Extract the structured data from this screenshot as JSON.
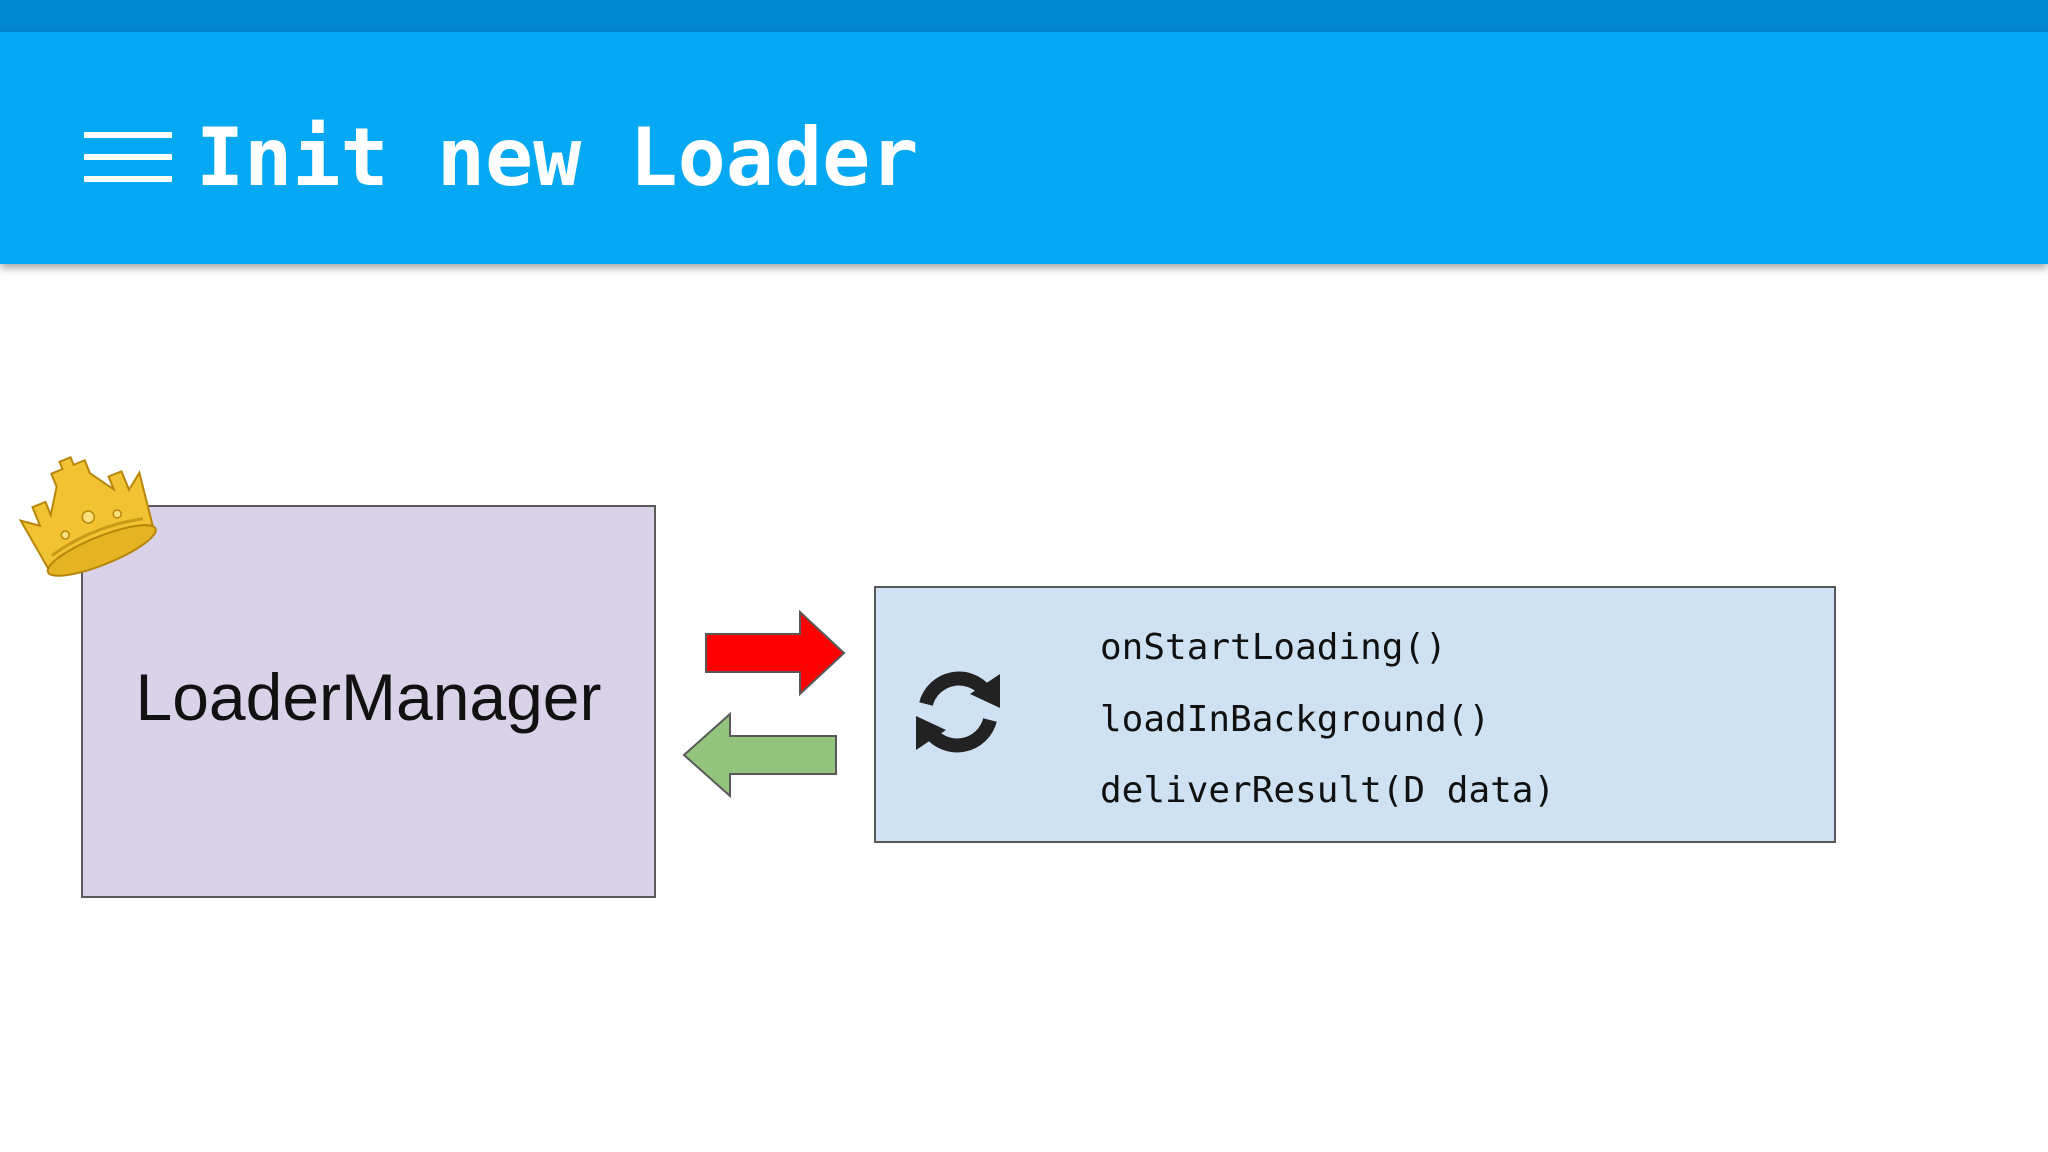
{
  "slide": {
    "title": "Init new Loader",
    "menu_icon": "hamburger-menu-icon"
  },
  "colors": {
    "header_bar": "#05A8F2",
    "top_strip": "#0288D1",
    "manager_fill": "#D9D2E9",
    "loader_fill": "#CFE2F3",
    "arrow_to_loader": "#FF0000",
    "arrow_to_manager": "#93C47D",
    "crown": "#F1C232"
  },
  "diagram": {
    "manager": {
      "label": "LoaderManager",
      "badge_icon": "crown-icon"
    },
    "arrows": [
      {
        "direction": "right",
        "icon": "arrow-right-icon"
      },
      {
        "direction": "left",
        "icon": "arrow-left-icon"
      }
    ],
    "loader": {
      "icon": "refresh-icon",
      "methods": [
        "onStartLoading()",
        "loadInBackground()",
        "deliverResult(D data)"
      ]
    }
  }
}
